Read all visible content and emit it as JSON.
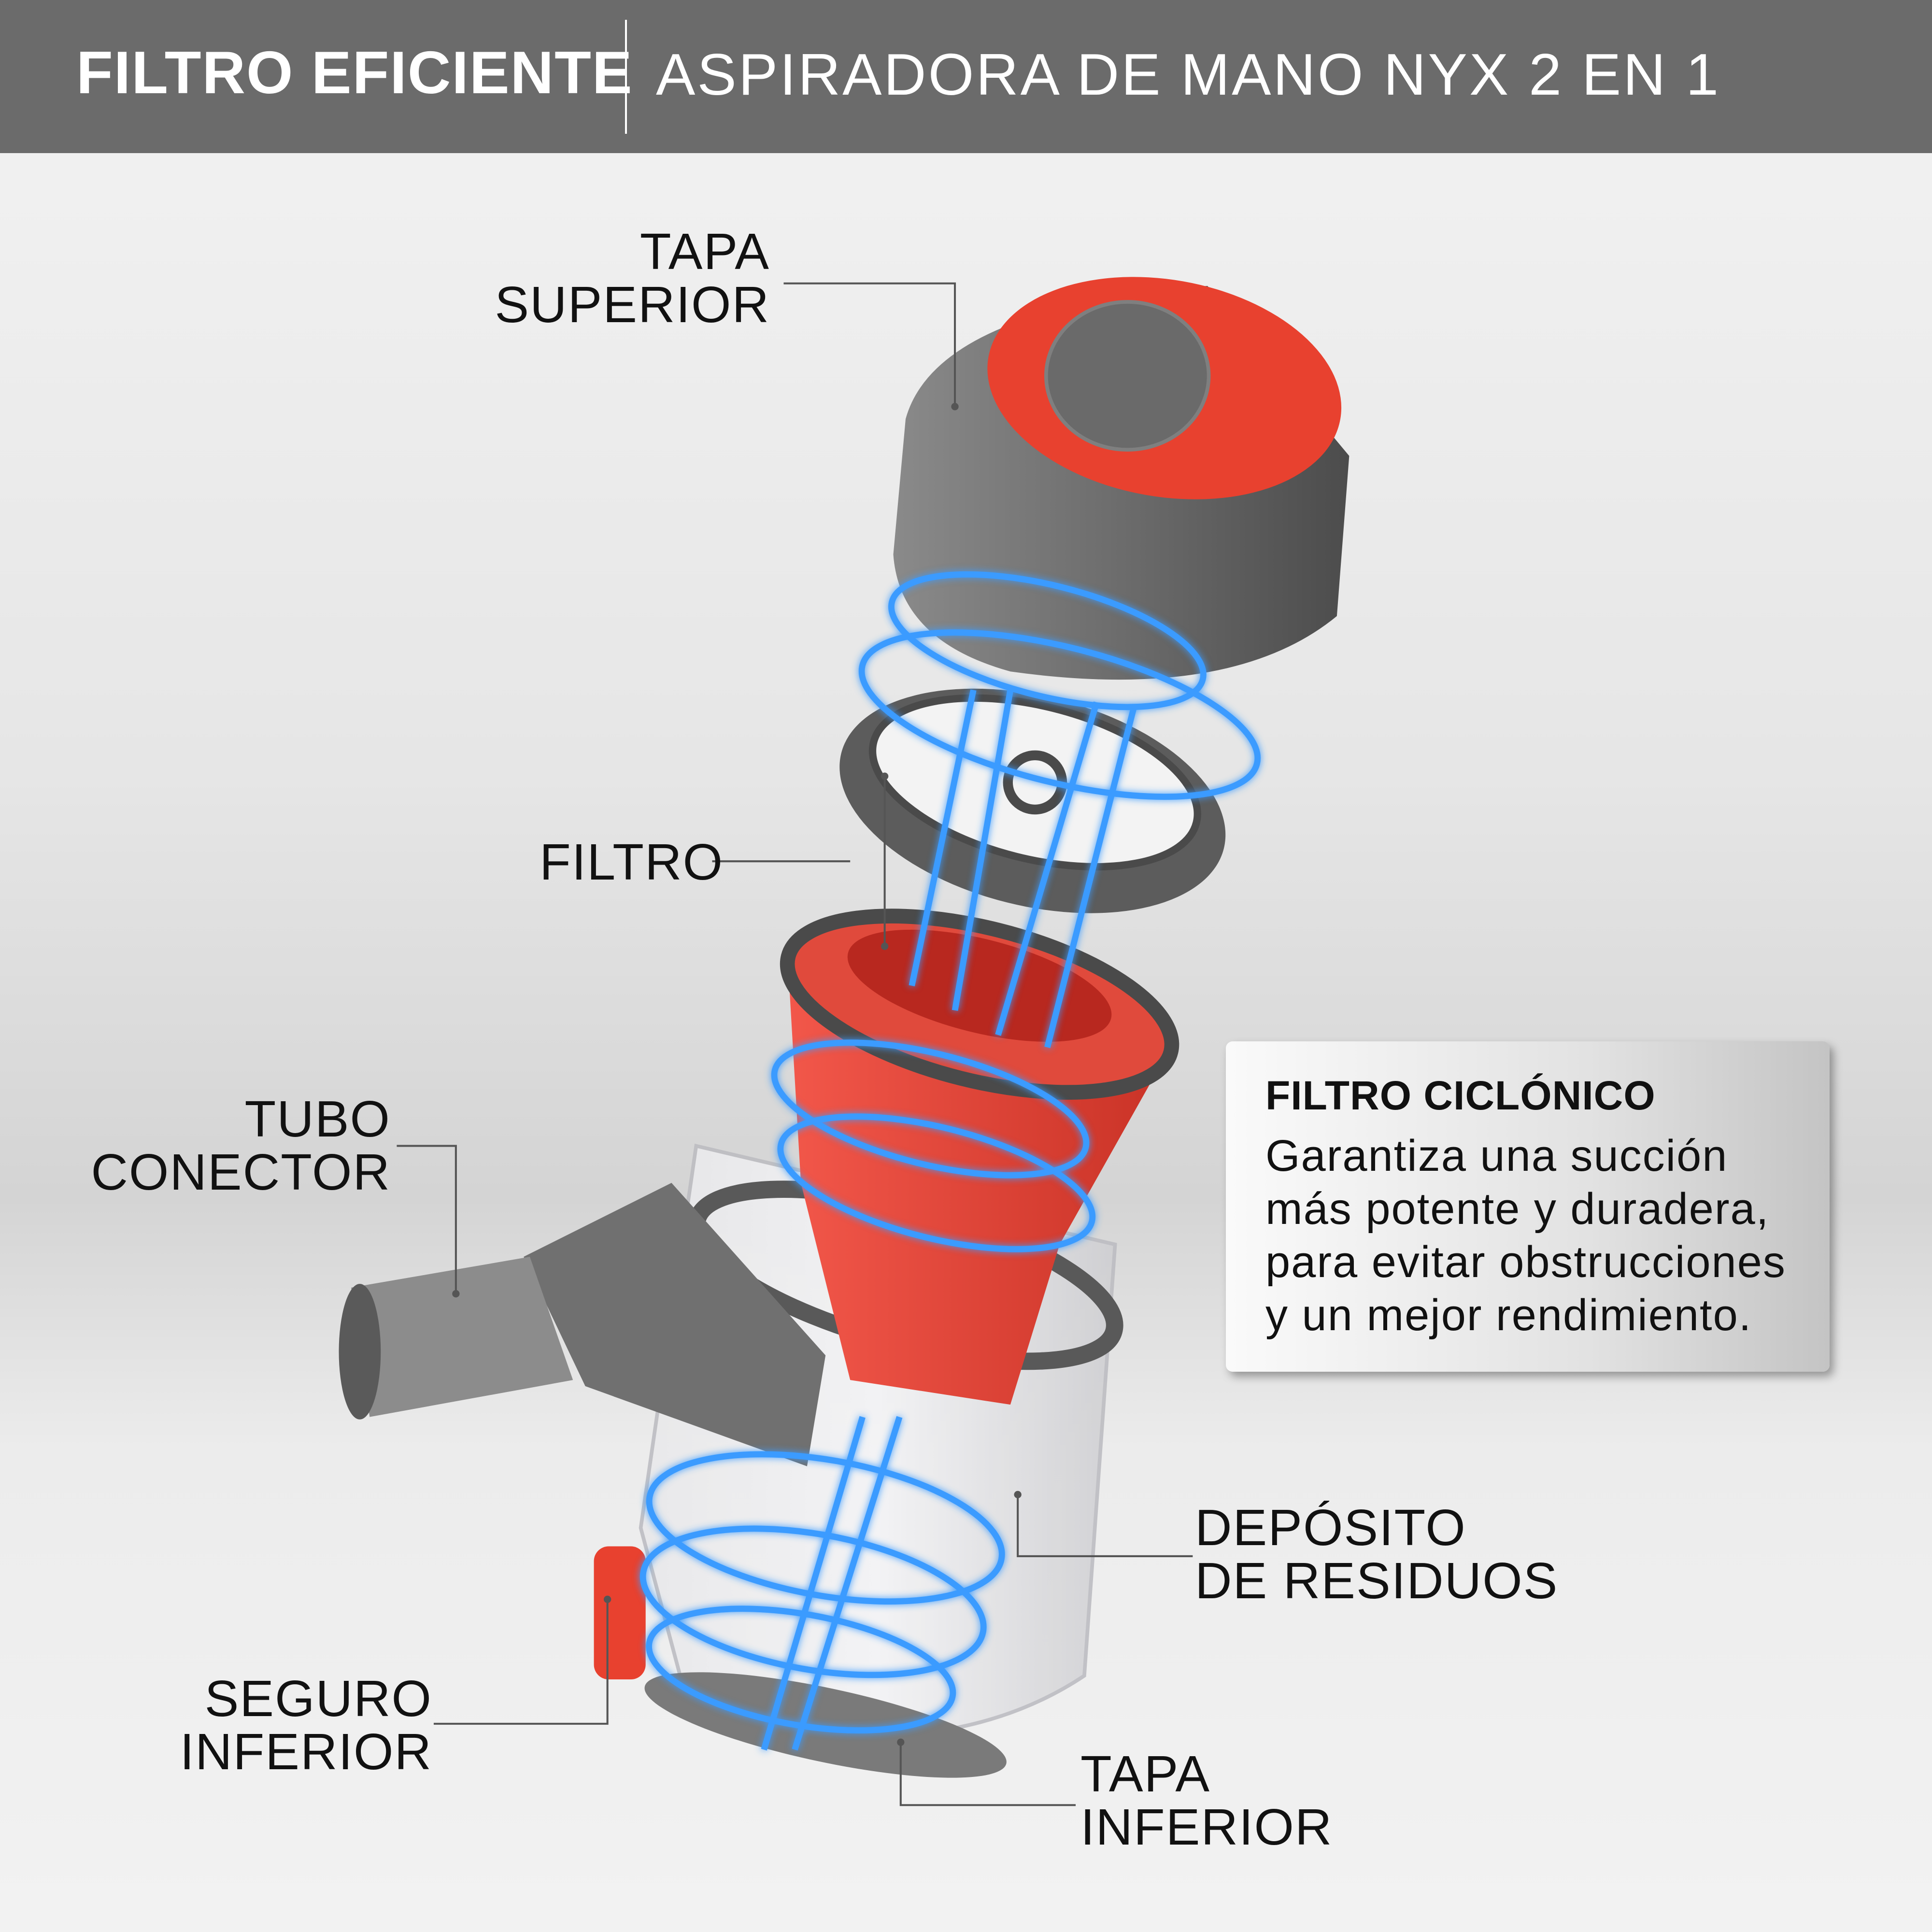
{
  "header": {
    "title": "FILTRO EFICIENTE",
    "subtitle": "ASPIRADORA DE MANO NYX 2 EN 1"
  },
  "labels": {
    "tapa_superior": [
      "TAPA",
      "SUPERIOR"
    ],
    "filtro": [
      "FILTRO"
    ],
    "tubo_conector": [
      "TUBO",
      "CONECTOR"
    ],
    "deposito": [
      "DEPÓSITO",
      "DE RESIDUOS"
    ],
    "seguro_inferior": [
      "SEGURO",
      "INFERIOR"
    ],
    "tapa_inferior": [
      "TAPA",
      "INFERIOR"
    ]
  },
  "info_box": {
    "title": "FILTRO CICLÓNICO",
    "lines": [
      "Garantiza una succión",
      "más potente y duradera,",
      "para evitar obstrucciones",
      "y un mejor rendimiento."
    ]
  },
  "colors": {
    "header_bg": "#6b6b6b",
    "product_grey": "#6f6f6f",
    "accent_red": "#e8412f",
    "airflow_blue": "#3a9bff"
  }
}
